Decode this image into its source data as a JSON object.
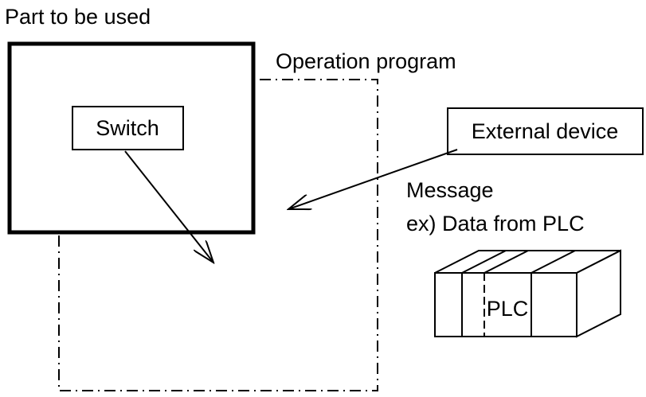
{
  "labels": {
    "part_to_be_used": "Part to be used",
    "operation_program": "Operation program",
    "switch": "Switch",
    "external_device": "External device",
    "message": "Message",
    "example": "ex)  Data from PLC",
    "plc": "PLC"
  }
}
